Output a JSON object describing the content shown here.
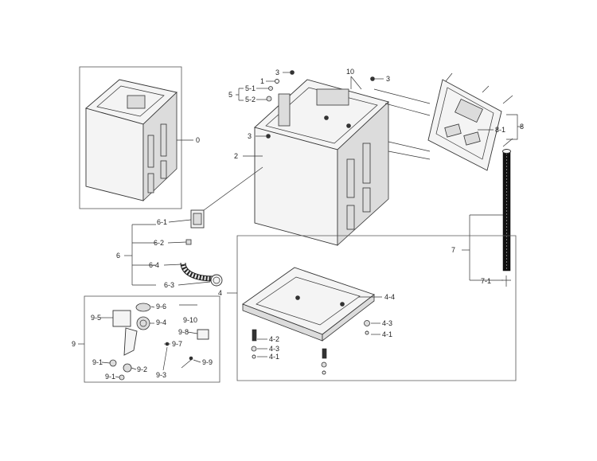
{
  "labels": {
    "l0": "0",
    "l1": "1",
    "l2": "2",
    "l3a": "3",
    "l3b": "3",
    "l3c": "3",
    "l4": "4",
    "l4_1a": "4-1",
    "l4_1b": "4-1",
    "l4_2": "4-2",
    "l4_3a": "4-3",
    "l4_3b": "4-3",
    "l4_4": "4-4",
    "l5": "5",
    "l5_1": "5-1",
    "l5_2": "5-2",
    "l6": "6",
    "l6_1": "6-1",
    "l6_2": "6-2",
    "l6_3": "6-3",
    "l6_4": "6-4",
    "l7": "7",
    "l7_1": "7-1",
    "l8": "8",
    "l8_1": "8-1",
    "l9": "9",
    "l9_1a": "9-1",
    "l9_1b": "9-1",
    "l9_2": "9-2",
    "l9_3": "9-3",
    "l9_4": "9-4",
    "l9_5": "9-5",
    "l9_6": "9-6",
    "l9_7": "9-7",
    "l9_8": "9-8",
    "l9_9": "9-9",
    "l9_10": "9-10",
    "l10": "10"
  }
}
